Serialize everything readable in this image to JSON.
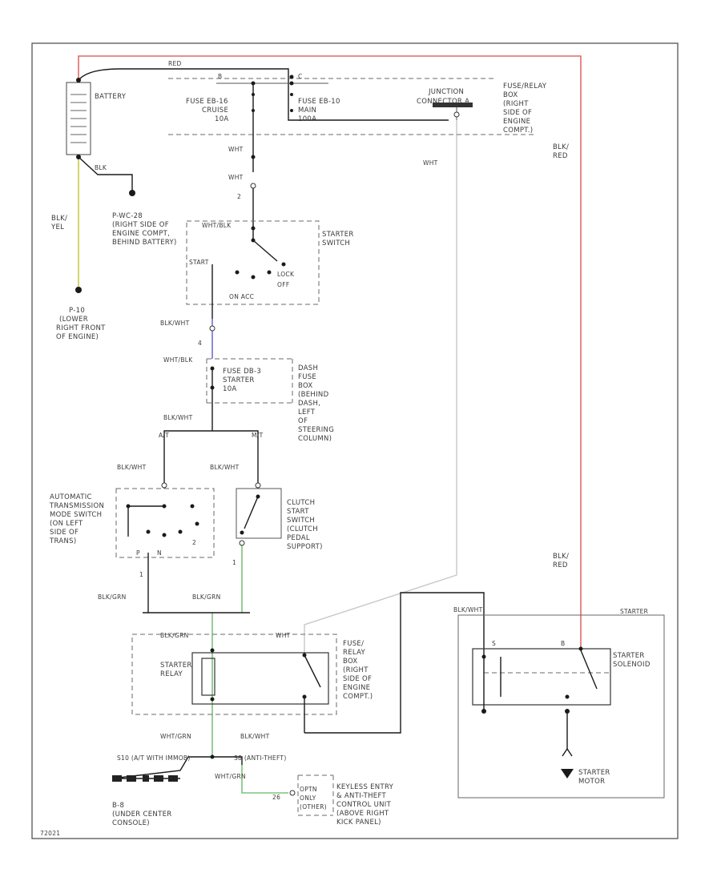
{
  "colors": {
    "wire_red": "#e06a6a",
    "wire_yellow": "#c9c94a",
    "wire_blue": "#6f6fd6",
    "wire_green": "#7fc07f",
    "wire_gray": "#c8c8c8"
  },
  "battery": {
    "label": "BATTERY",
    "wire_top": "RED",
    "wire_bottom": "BLK",
    "left_wire": [
      "BLK/",
      "YEL"
    ]
  },
  "grounds": {
    "g1": [
      "P-WC-28",
      "(RIGHT SIDE OF",
      "ENGINE COMPT,",
      "BEHIND BATTERY)"
    ],
    "g2": [
      "P-10",
      "(LOWER",
      "RIGHT FRONT",
      "OF ENGINE)"
    ],
    "g3": [
      "B-8",
      "(UNDER CENTER",
      "CONSOLE)"
    ]
  },
  "fuse_box_top": {
    "fuse1": [
      "FUSE EB-16",
      "CRUISE",
      "10A"
    ],
    "fuse2": [
      "FUSE EB-10",
      "MAIN",
      "100A"
    ],
    "junction": "JUNCTION",
    "connector": "CONNECTOR A",
    "desc": [
      "FUSE/RELAY",
      "BOX",
      "(RIGHT",
      "SIDE OF",
      "ENGINE",
      "COMPT.)"
    ],
    "wire_out": "WHT",
    "wire_b": "B",
    "wire_c": "C"
  },
  "wires": {
    "whts": [
      "WHT",
      "WHT"
    ],
    "pin2": "2",
    "blu_red_1": [
      "BLK/",
      "RED"
    ],
    "blu_red_2": [
      "BLK/",
      "RED"
    ],
    "blk_wht_1": "BLK/WHT",
    "pin4": "4",
    "wht_blk": "WHT/BLK",
    "blk_wht_2": "BLK/WHT",
    "at": "A/T",
    "mt": "M/T",
    "blk_wht_3": "BLK/WHT",
    "blk_wht_4": "BLK/WHT",
    "blk_grn_1": "BLK/GRN",
    "blk_grn_2": "BLK/GRN",
    "blk_grn_3": "BLK/GRN",
    "wht_grn_1": "WHT/GRN",
    "blk_wht_5": "BLK/WHT",
    "wht_grn_2": "WHT/GRN",
    "wht_top": "WHT",
    "pin1": "1",
    "pin1b": "1"
  },
  "starter_switch": {
    "label": [
      "STARTER",
      "SWITCH"
    ],
    "marker": "WHT/BLK",
    "start": "START",
    "lock": "LOCK",
    "off": "OFF",
    "on_acc": "ON  ACC"
  },
  "dash_fuse": {
    "fuse": [
      "FUSE DB-3",
      "STARTER",
      "10A"
    ],
    "desc": [
      "DASH",
      "FUSE",
      "BOX",
      "(BEHIND",
      "DASH,",
      "LEFT",
      "OF",
      "STEERING",
      "COLUMN)"
    ]
  },
  "atm_switch": {
    "label": [
      "AUTOMATIC",
      "TRANSMISSION",
      "MODE SWITCH",
      "(ON LEFT",
      "SIDE OF",
      "TRANS)"
    ],
    "park": "P",
    "neutral": "N",
    "d2": "2"
  },
  "clutch_switch": {
    "label": [
      "CLUTCH",
      "START",
      "SWITCH",
      "(CLUTCH",
      "PEDAL",
      "SUPPORT)"
    ]
  },
  "starter_relay": {
    "top_wire": "BLK/GRN",
    "label": [
      "STARTER",
      "RELAY"
    ],
    "wire_wht": "WHT",
    "desc": [
      "FUSE/",
      "RELAY",
      "BOX",
      "(RIGHT",
      "SIDE OF",
      "ENGINE",
      "COMPT.)"
    ]
  },
  "splices": {
    "s1": "S10 (A/T WITH IMMOB)",
    "s2": "S8 (ANTI-THEFT)"
  },
  "keyless": {
    "label": [
      "KEYLESS ENTRY",
      "& ANTI-THEFT",
      "CONTROL UNIT",
      "(ABOVE RIGHT",
      "KICK PANEL)"
    ],
    "option": [
      "OPTN",
      "ONLY",
      "(OTHER)"
    ],
    "pin": "26"
  },
  "starter_motor": {
    "wire_top": "BLK/WHT",
    "block": "STARTER",
    "pin_s": "S",
    "pin_b": "B",
    "solenoid": [
      "STARTER",
      "SOLENOID"
    ],
    "motor": [
      "STARTER",
      "MOTOR"
    ]
  },
  "footer_code": "72021"
}
